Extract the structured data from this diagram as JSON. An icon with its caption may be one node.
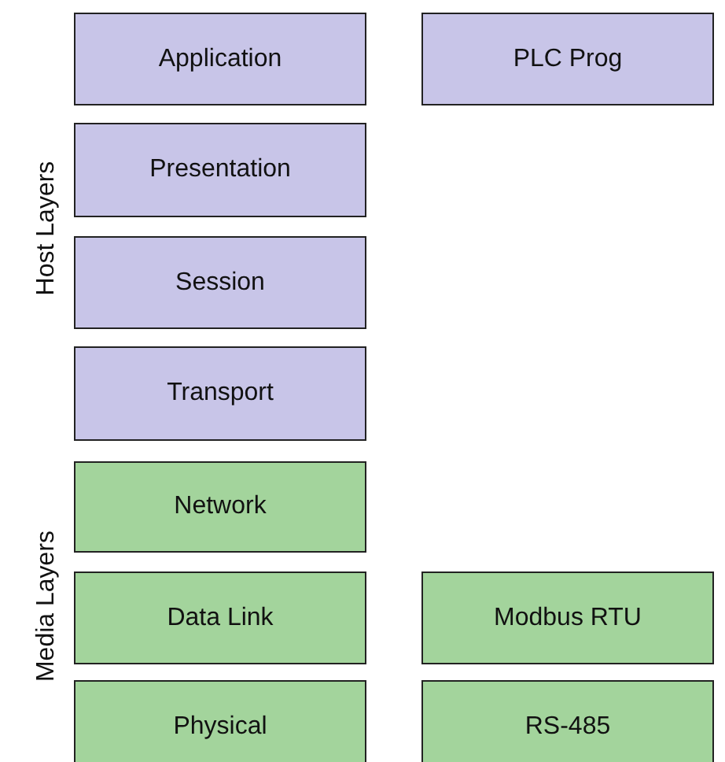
{
  "diagram": {
    "nodes": [
      {
        "text": [
          "Application"
        ]
      },
      {
        "text": [
          "PLC Prog"
        ]
      },
      {
        "text": [
          "Presentation"
        ]
      },
      {
        "text": [
          "Session"
        ]
      },
      {
        "text": [
          "Transport"
        ]
      },
      {
        "text": [
          "Network"
        ]
      },
      {
        "text": [
          "Data Link"
        ]
      },
      {
        "text": [
          "Modbus RTU"
        ]
      },
      {
        "text": [
          "Physical"
        ]
      },
      {
        "text": [
          "RS-485"
        ]
      }
    ],
    "edges": [],
    "labels": [
      "Host Layers",
      "Media Layers"
    ]
  }
}
